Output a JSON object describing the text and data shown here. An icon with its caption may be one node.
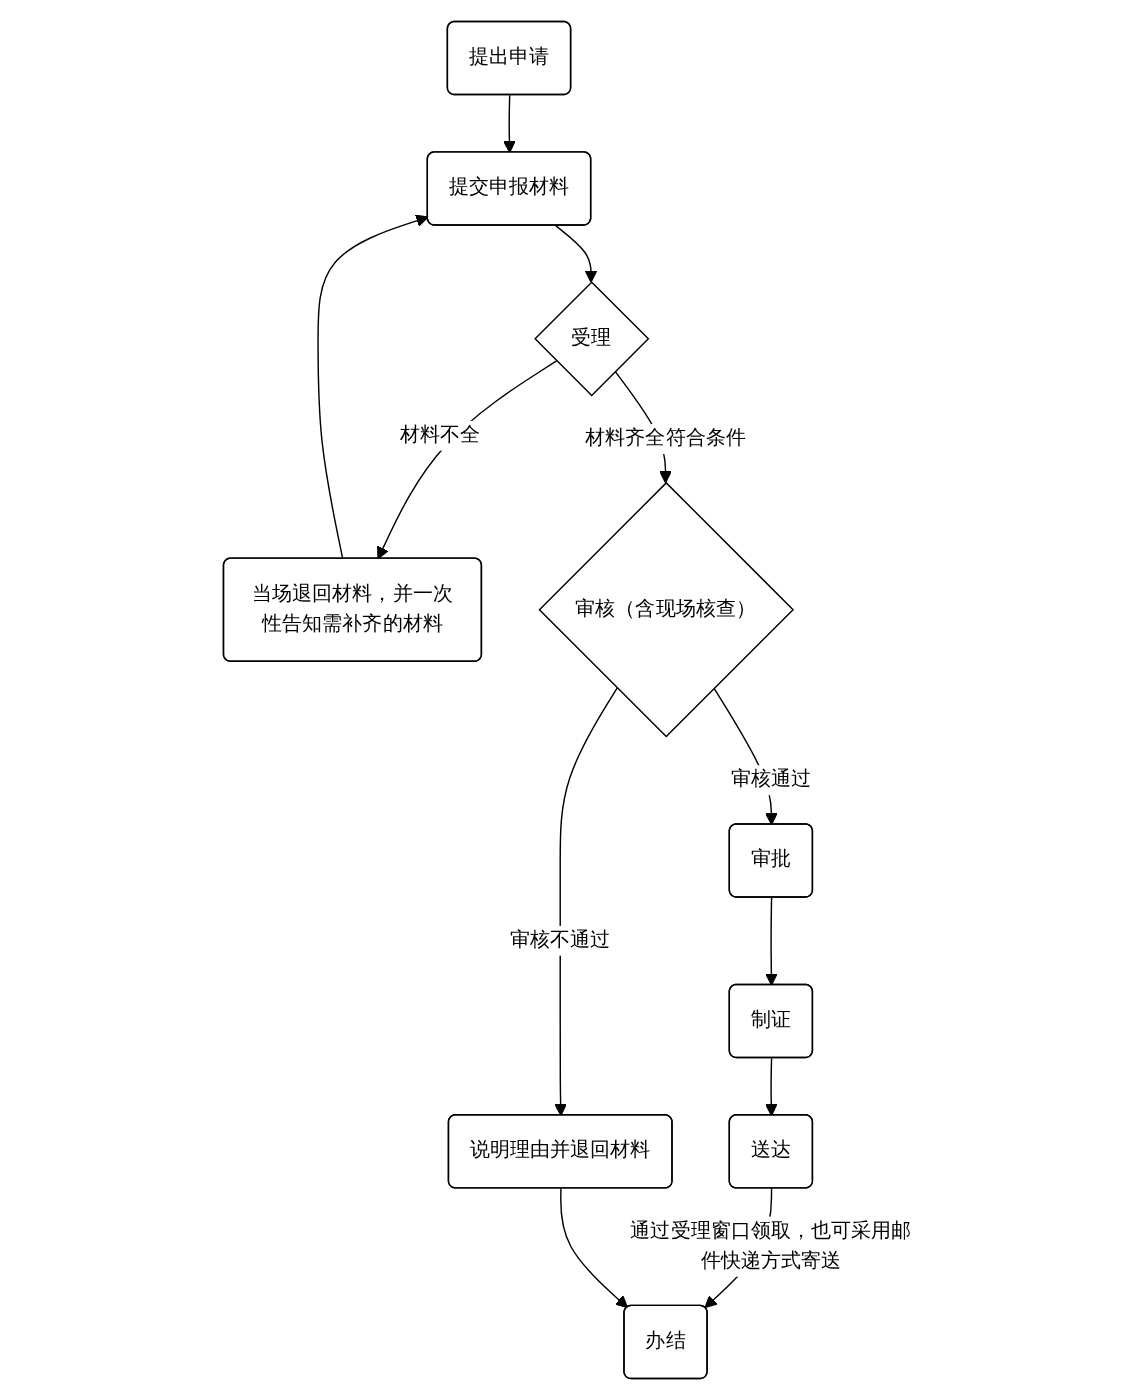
{
  "diagram": {
    "nodes": [
      {
        "text": [
          "提出申请"
        ]
      },
      {
        "text": [
          "当场退回材料，并一次性告知需补齐的材料"
        ]
      },
      {
        "text": [
          "提交申报材料"
        ]
      },
      {
        "text": [
          "受理"
        ]
      },
      {
        "text": [
          "审核（含现场核查）"
        ]
      },
      {
        "text": [
          "审批"
        ]
      },
      {
        "text": [
          "制证"
        ]
      },
      {
        "text": [
          "送达"
        ]
      },
      {
        "text": [
          "说明理由并退回材料"
        ]
      },
      {
        "text": [
          "办结"
        ]
      }
    ],
    "edges": [
      {
        "from": 0,
        "to": 2,
        "arrow": "to"
      },
      {
        "from": 1,
        "to": 2,
        "arrow": "to"
      },
      {
        "from": 2,
        "to": 3,
        "arrow": "to"
      },
      {
        "from": 3,
        "to": 1,
        "arrow": "to",
        "label": "材料不全"
      },
      {
        "from": 3,
        "to": 4,
        "arrow": "to",
        "label": "材料齐全符合条件"
      },
      {
        "from": 4,
        "to": 5,
        "arrow": "to",
        "label": "审核通过"
      },
      {
        "from": 4,
        "to": 8,
        "arrow": "to",
        "label": "审核不通过"
      },
      {
        "from": 5,
        "to": 6,
        "arrow": "to"
      },
      {
        "from": 6,
        "to": 7,
        "arrow": "to"
      },
      {
        "from": 7,
        "to": 9,
        "arrow": "to",
        "label": "通过受理窗口领取，也可采用邮件快递方式寄送"
      },
      {
        "from": 8,
        "to": 9,
        "arrow": "to"
      }
    ]
  }
}
